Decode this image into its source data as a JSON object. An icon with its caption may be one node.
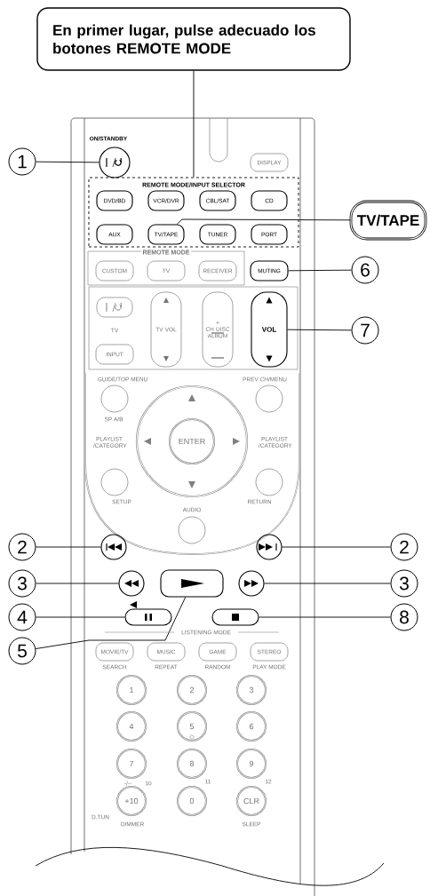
{
  "diagram": {
    "nodes": [
      {
        "text": [
          "En primer lugar, pulse adecuado los botones REMOTE MODE"
        ]
      },
      {
        "text": [
          "REMOTE MODE/INPUT SELECTOR"
        ]
      },
      {
        "text": [
          "DVD/BD"
        ],
        "in": 1
      },
      {
        "text": [
          "VCR/DVR"
        ],
        "in": 1
      },
      {
        "text": [
          "CBL/SAT"
        ],
        "in": 1
      },
      {
        "text": [
          "CD"
        ],
        "in": 1
      },
      {
        "text": [
          "AUX"
        ],
        "in": 1
      },
      {
        "text": [
          "TV/TAPE"
        ],
        "in": 1
      },
      {
        "text": [
          "TUNER"
        ],
        "in": 1
      },
      {
        "text": [
          "PORT"
        ],
        "in": 1
      },
      {
        "text": [
          "TV/TAPE"
        ]
      },
      {
        "text": [
          "1"
        ]
      },
      {
        "text": [],
        "shape": "circle",
        "beside": [
          "ON/STANDBY"
        ]
      },
      {
        "text": [
          "DISPLAY"
        ]
      },
      {
        "text": [
          "REMOTE MODE"
        ]
      },
      {
        "text": [
          "CUSTOM"
        ],
        "in": 14
      },
      {
        "text": [
          "TV"
        ],
        "in": 14
      },
      {
        "text": [
          "RECEIVER"
        ],
        "in": 14
      },
      {
        "text": [
          "MUTING"
        ]
      },
      {
        "text": [
          "6"
        ]
      },
      {
        "text": [],
        "shape": "oval",
        "beside": [
          "TV"
        ]
      },
      {
        "text": [
          "INPUT"
        ]
      },
      {
        "text": [
          "TV VOL"
        ]
      },
      {
        "text": [
          "+",
          "CH DISC",
          "ALBUM"
        ]
      },
      {
        "text": [
          "VOL"
        ]
      },
      {
        "text": [
          "7"
        ]
      },
      {
        "text": [],
        "shape": "circle",
        "beside": [
          "GUIDE/TOP MENU",
          "SP A/B"
        ]
      },
      {
        "text": [],
        "shape": "circle",
        "beside": [
          "PREV CH/MENU"
        ]
      },
      {
        "text": [],
        "shape": "circle"
      },
      {
        "text": [
          "ENTER"
        ],
        "in": 28
      },
      {
        "text": [],
        "shape": "circle",
        "beside": [
          "SETUP"
        ]
      },
      {
        "text": [],
        "shape": "circle",
        "beside": [
          "RETURN"
        ]
      },
      {
        "text": [],
        "shape": "circle",
        "beside": [
          "AUDIO"
        ]
      },
      {
        "text": [
          "2"
        ]
      },
      {
        "text": [],
        "shape": "circle"
      },
      {
        "text": [],
        "shape": "circle"
      },
      {
        "text": [
          "2"
        ]
      },
      {
        "text": [
          "3"
        ]
      },
      {
        "text": [],
        "shape": "circle"
      },
      {
        "text": [],
        "shape": "oval"
      },
      {
        "text": [],
        "shape": "circle"
      },
      {
        "text": [
          "3"
        ]
      },
      {
        "text": [
          "4"
        ]
      },
      {
        "text": [],
        "shape": "oval"
      },
      {
        "text": [],
        "shape": "oval"
      },
      {
        "text": [
          "8"
        ]
      },
      {
        "text": [
          "5"
        ]
      },
      {
        "text": [
          "MOVIE/TV"
        ],
        "beside": [
          "SEARCH"
        ]
      },
      {
        "text": [
          "MUSIC"
        ],
        "beside": [
          "REPEAT"
        ]
      },
      {
        "text": [
          "GAME"
        ],
        "beside": [
          "RANDOM"
        ]
      },
      {
        "text": [
          "STEREO"
        ],
        "beside": [
          "PLAY MODE"
        ]
      },
      {
        "text": [
          "1"
        ]
      },
      {
        "text": [
          "2"
        ]
      },
      {
        "text": [
          "3"
        ]
      },
      {
        "text": [
          "4"
        ]
      },
      {
        "text": [
          "5"
        ]
      },
      {
        "text": [
          "6"
        ]
      },
      {
        "text": [
          "7"
        ]
      },
      {
        "text": [
          "8"
        ]
      },
      {
        "text": [
          "9"
        ]
      },
      {
        "text": [
          "+10"
        ]
      },
      {
        "text": [
          "0"
        ]
      },
      {
        "text": [
          "CLR"
        ]
      }
    ],
    "edges": [
      {
        "from": 0,
        "to": 1,
        "arrow": "none"
      },
      {
        "from": 11,
        "to": 12,
        "arrow": "none"
      },
      {
        "from": 10,
        "to": 7,
        "arrow": "none"
      },
      {
        "from": 19,
        "to": 18,
        "arrow": "none"
      },
      {
        "from": 25,
        "to": 24,
        "arrow": "none"
      },
      {
        "from": 33,
        "to": 34,
        "arrow": "none"
      },
      {
        "from": 36,
        "to": 35,
        "arrow": "none"
      },
      {
        "from": 37,
        "to": 38,
        "arrow": "none"
      },
      {
        "from": 41,
        "to": 40,
        "arrow": "none"
      },
      {
        "from": 42,
        "to": 43,
        "arrow": "none"
      },
      {
        "from": 45,
        "to": 44,
        "arrow": "none"
      },
      {
        "from": 46,
        "to": 39,
        "arrow": "none"
      }
    ],
    "labels": [
      "PLAYLIST /CATEGORY",
      "PLAYLIST /CATEGORY",
      "LISTENING MODE",
      "-/--",
      "10",
      "11",
      "12",
      "D.TUN",
      "DIMMER",
      "SLEEP"
    ]
  }
}
